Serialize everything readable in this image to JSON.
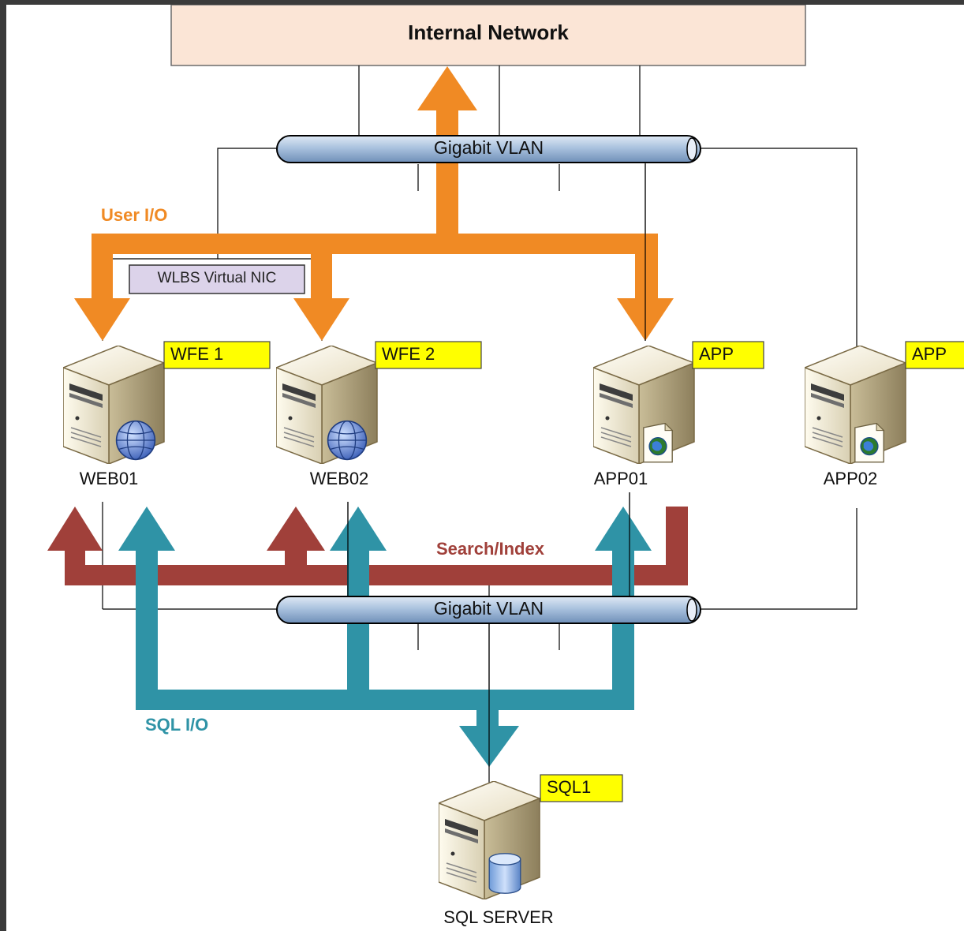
{
  "internal_network": "Internal Network",
  "vlan_top": "Gigabit VLAN",
  "vlan_bottom": "Gigabit VLAN",
  "wlbs_nic": "WLBS Virtual NIC",
  "flows": {
    "user_io": "User I/O",
    "search_index": "Search/Index",
    "sql_io": "SQL I/O"
  },
  "servers": {
    "web01": {
      "name": "WEB01",
      "role": "WFE 1"
    },
    "web02": {
      "name": "WEB02",
      "role": "WFE 2"
    },
    "app01": {
      "name": "APP01",
      "role": "APP"
    },
    "app02": {
      "name": "APP02",
      "role": "APP"
    },
    "sql": {
      "name": "SQL SERVER",
      "role": "SQL1"
    }
  },
  "colors": {
    "user_io": "#f08a24",
    "search_index": "#a0403a",
    "sql_io": "#2f93a6",
    "role_tag": "#ffff00",
    "network_box": "#fbe5d6",
    "vlan": "#b4c9e2",
    "nic_box": "#dcd3ea"
  }
}
